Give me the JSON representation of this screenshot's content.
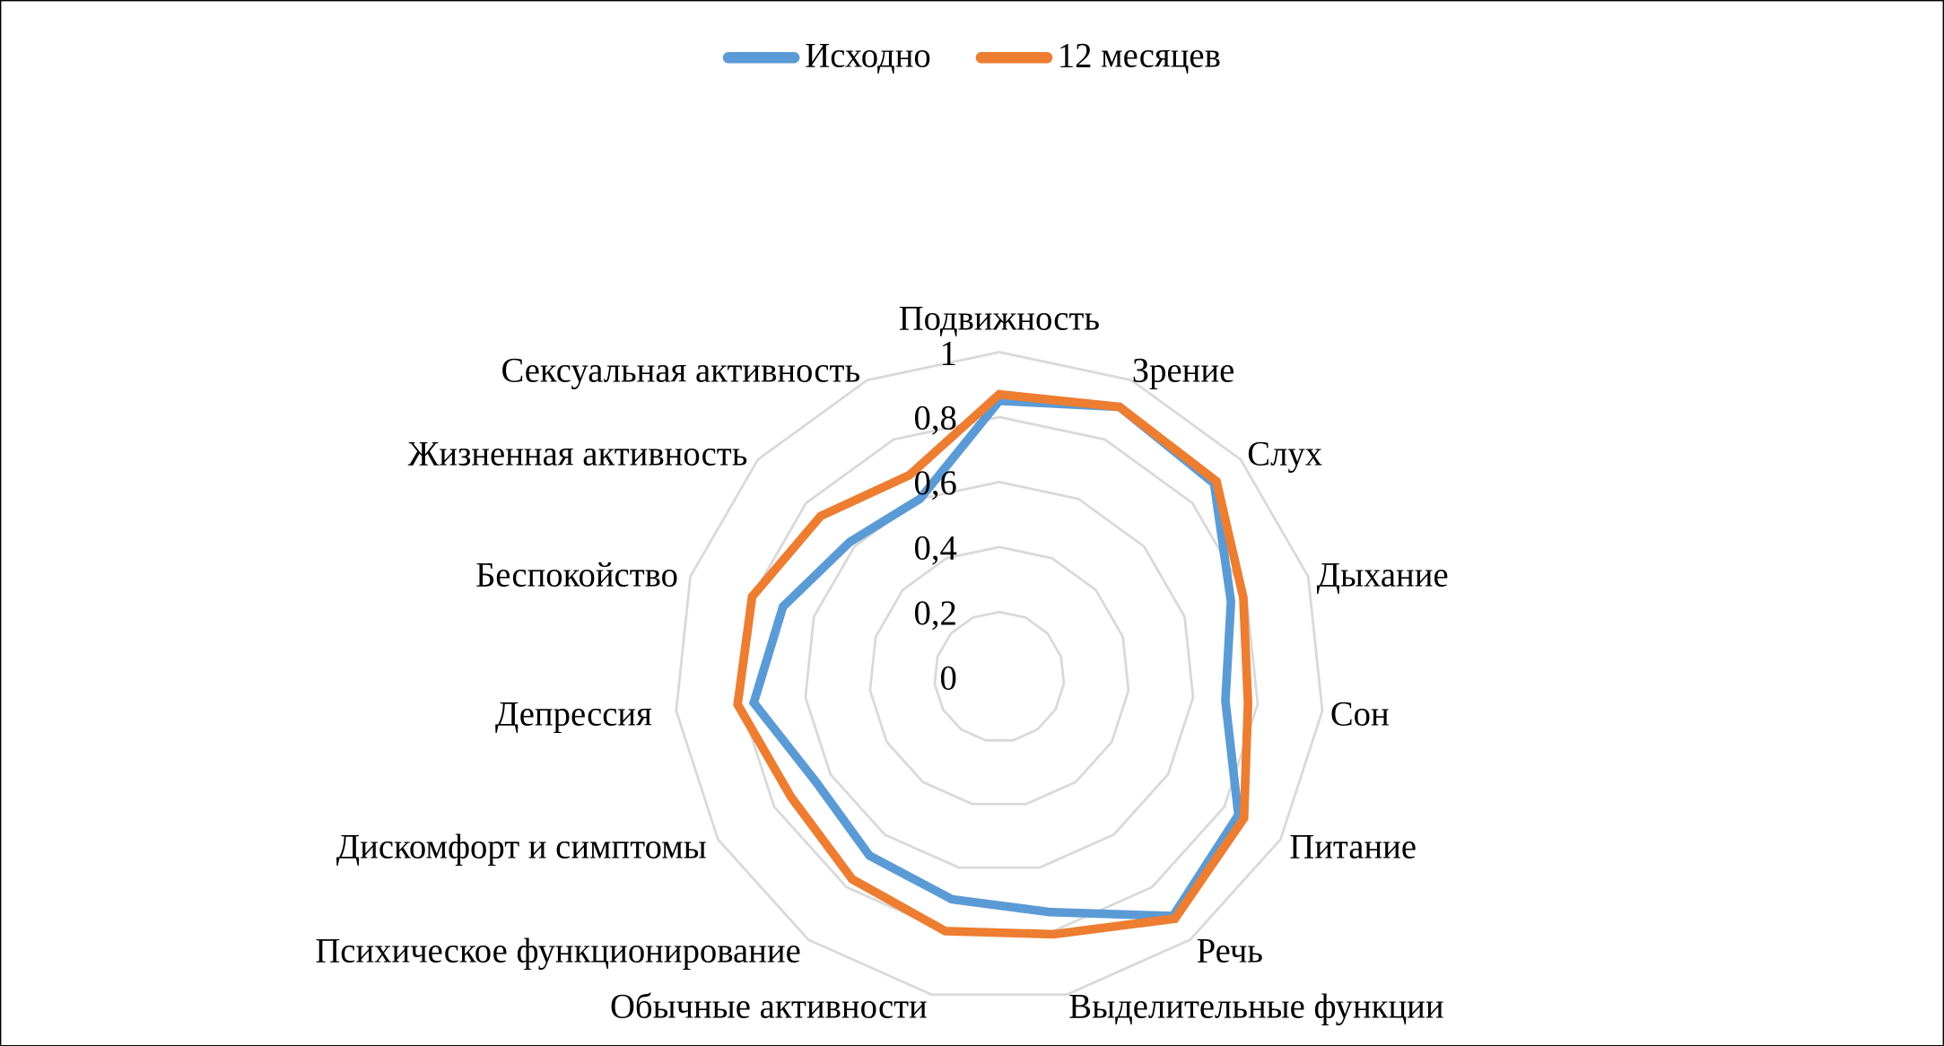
{
  "chart_data": {
    "type": "radar",
    "title": "",
    "categories": [
      "Подвижность",
      "Зрение",
      "Слух",
      "Дыхание",
      "Сон",
      "Питание",
      "Речь",
      "Выделительные функции",
      "Обычные активности",
      "Психическое функционирование",
      "Дискомфорт и симптомы",
      "Депрессия",
      "Беспокойство",
      "Жизненная активность",
      "Сексуальная активность"
    ],
    "series": [
      {
        "name": "Исходно",
        "color": "#5B9BD5",
        "values": [
          0.85,
          0.91,
          0.89,
          0.75,
          0.7,
          0.85,
          0.91,
          0.74,
          0.7,
          0.68,
          0.65,
          0.76,
          0.7,
          0.62,
          0.6
        ]
      },
      {
        "name": "12 месяцев",
        "color": "#ED7D31",
        "values": [
          0.87,
          0.91,
          0.9,
          0.79,
          0.77,
          0.87,
          0.92,
          0.81,
          0.8,
          0.77,
          0.74,
          0.81,
          0.8,
          0.74,
          0.68
        ]
      }
    ],
    "rlim": [
      0,
      1
    ],
    "ticks": [
      "0",
      "0,2",
      "0,4",
      "0,6",
      "0,8",
      "1"
    ],
    "grid": true,
    "grid_color": "#D9D9D9",
    "legend_position": "top"
  },
  "legend": {
    "items": [
      {
        "label": "Исходно",
        "color": "#5B9BD5"
      },
      {
        "label": "12 месяцев",
        "color": "#ED7D31"
      }
    ]
  }
}
